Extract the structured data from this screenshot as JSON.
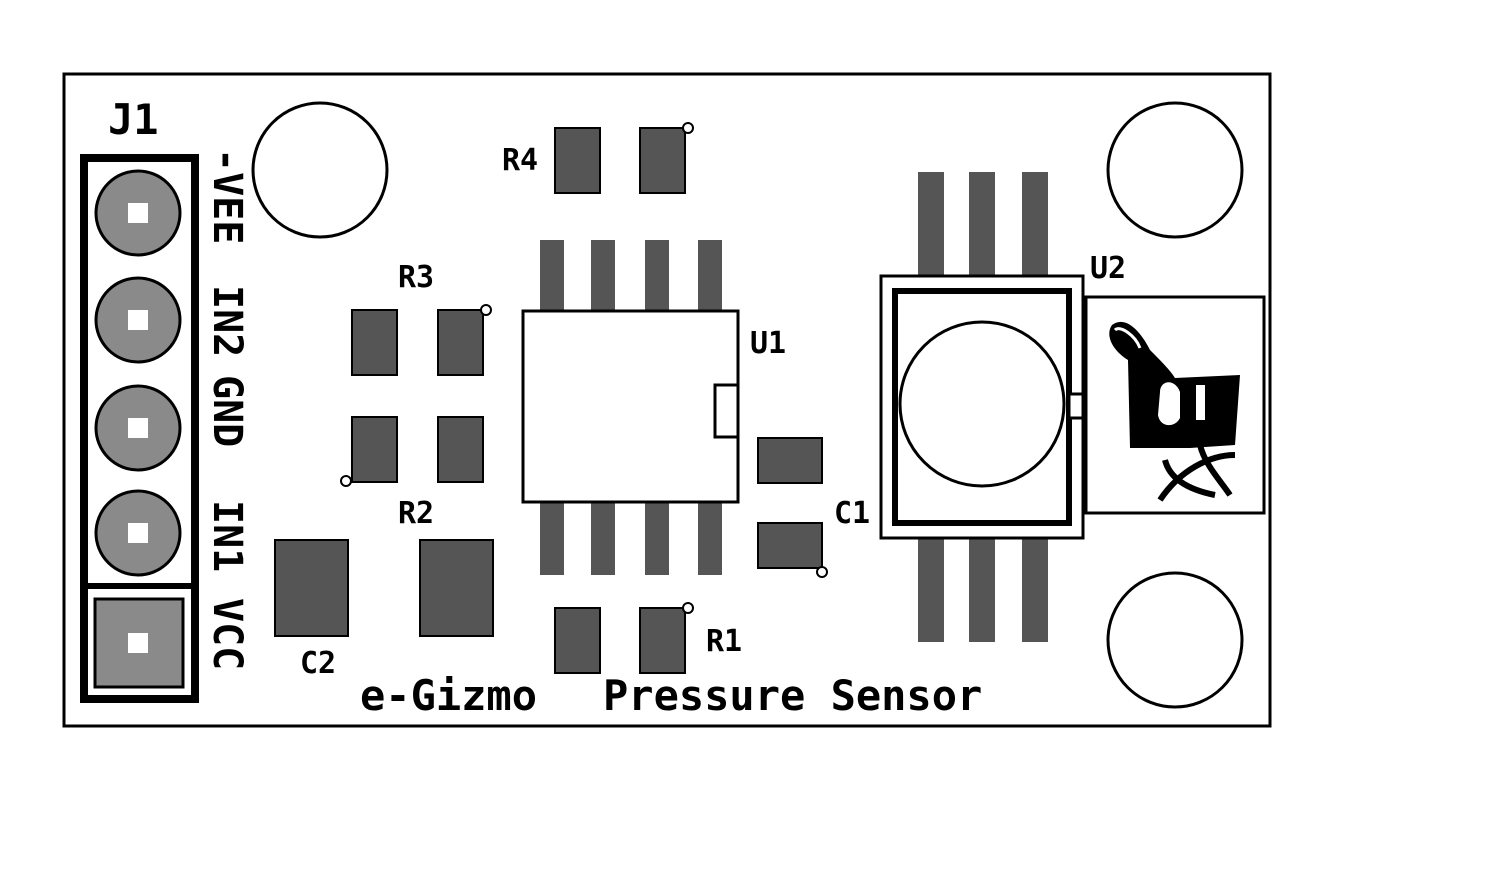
{
  "board": {
    "title_left": "e-Gizmo",
    "title_right": "Pressure Sensor"
  },
  "connector": {
    "ref": "J1",
    "pins": [
      "-VEE",
      "IN2",
      "GND",
      "IN1",
      "VCC"
    ]
  },
  "designators": {
    "R4": "R4",
    "R3": "R3",
    "R2": "R2",
    "R1": "R1",
    "U1": "U1",
    "U2": "U2",
    "C1": "C1",
    "C2": "C2"
  },
  "colors": {
    "pad": "#555555",
    "hole": "#8a8a8a",
    "outline": "#000000",
    "background": "#ffffff"
  },
  "icons": {
    "logo": "e-gizmo-logo"
  }
}
